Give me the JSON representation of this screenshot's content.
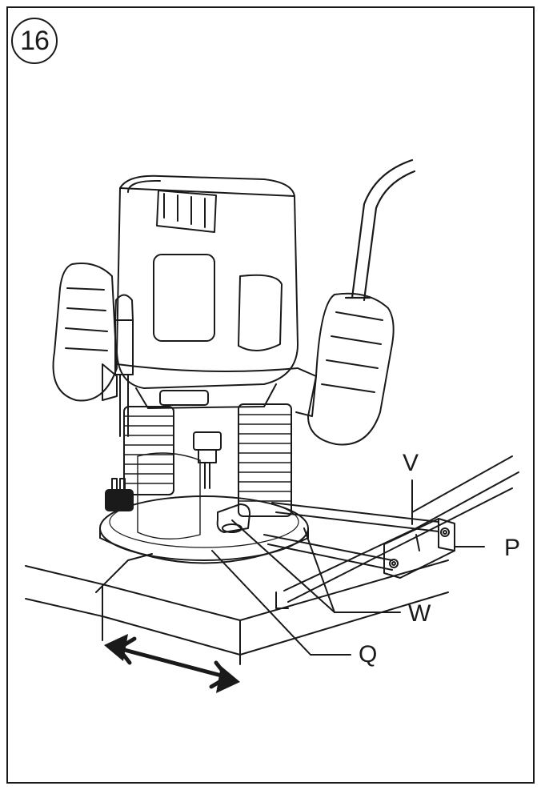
{
  "figure": {
    "step_number": "16",
    "callouts": {
      "v": "V",
      "p": "P",
      "w": "W",
      "q": "Q"
    }
  }
}
